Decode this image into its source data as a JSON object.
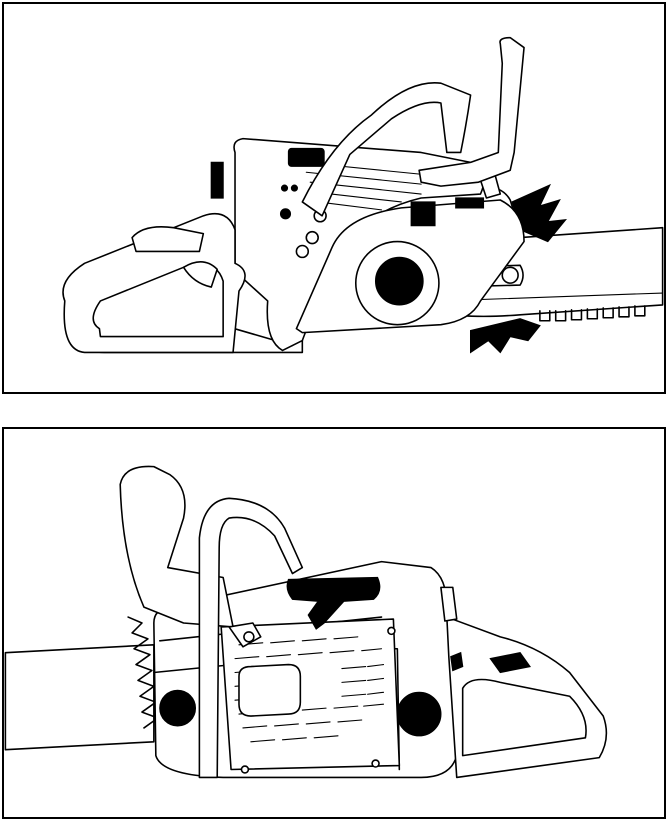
{
  "figures": [
    {
      "id": "chainsaw-right-side",
      "icon": "chainsaw-right-side-illustration"
    },
    {
      "id": "chainsaw-left-side",
      "icon": "chainsaw-left-side-illustration"
    }
  ],
  "colors": {
    "ink": "#000000",
    "paper": "#ffffff"
  }
}
